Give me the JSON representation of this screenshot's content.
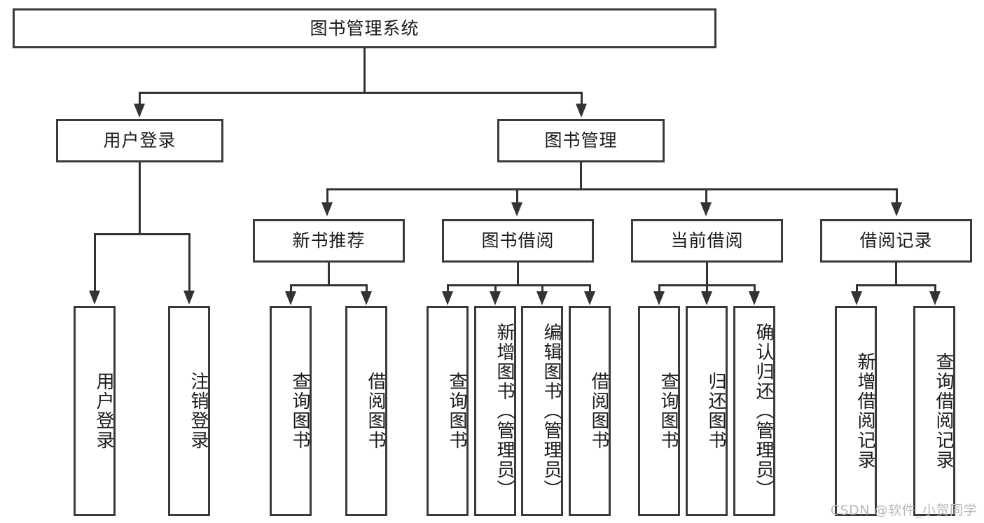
{
  "diagram": {
    "title_node": {
      "label": "图书管理系统"
    },
    "level2": [
      {
        "id": "user-login",
        "label": "用户登录"
      },
      {
        "id": "book-manage",
        "label": "图书管理"
      }
    ],
    "level3": [
      {
        "id": "new-book-recommend",
        "label": "新书推荐"
      },
      {
        "id": "book-borrow",
        "label": "图书借阅"
      },
      {
        "id": "current-borrow",
        "label": "当前借阅"
      },
      {
        "id": "borrow-record",
        "label": "借阅记录"
      }
    ],
    "leaves": [
      {
        "id": "leaf-user-login",
        "label": "用户登录"
      },
      {
        "id": "leaf-logout-login",
        "label": "注销登录"
      },
      {
        "id": "leaf-query-book-1",
        "label": "查询图书"
      },
      {
        "id": "leaf-borrow-book-1",
        "label": "借阅图书"
      },
      {
        "id": "leaf-query-book-2",
        "label": "查询图书"
      },
      {
        "id": "leaf-add-book",
        "label": "新增图书（管理员）"
      },
      {
        "id": "leaf-edit-book",
        "label": "编辑图书（管理员）"
      },
      {
        "id": "leaf-borrow-book-2",
        "label": "借阅图书"
      },
      {
        "id": "leaf-query-book-3",
        "label": "查询图书"
      },
      {
        "id": "leaf-return-book",
        "label": "归还图书"
      },
      {
        "id": "leaf-confirm-return",
        "label": "确认归还（管理员）"
      },
      {
        "id": "leaf-add-record",
        "label": "新增借阅记录"
      },
      {
        "id": "leaf-query-record",
        "label": "查询借阅记录"
      }
    ]
  },
  "watermark": {
    "text": "CSDN @软件_小贺同学"
  },
  "colors": {
    "box_border": "#3a3a3a",
    "connector": "#333333",
    "background": "#ffffff",
    "watermark": "#b9b9b9"
  }
}
